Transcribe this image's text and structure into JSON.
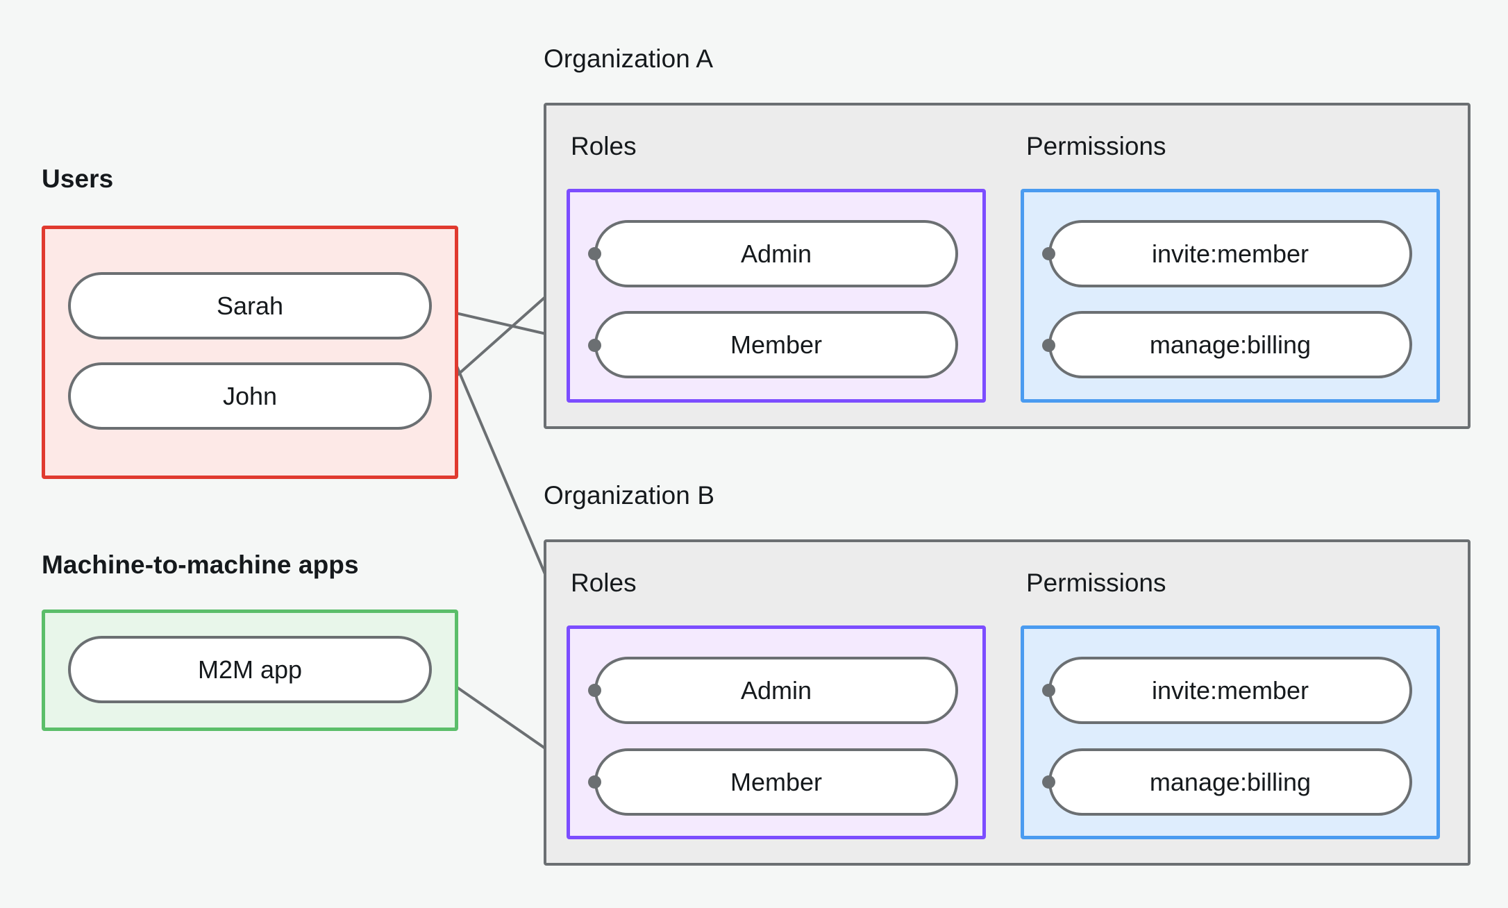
{
  "theme": {
    "background": "#f5f7f6",
    "container_border": "#6b6f72",
    "container_fill": "#ececec",
    "roles_border": "#7c4dff",
    "roles_fill": "#f4eafe",
    "perms_border": "#4a9bf0",
    "perms_fill": "#deedfd",
    "users_border": "#e03a2f",
    "users_fill": "#fde9e7",
    "m2m_border": "#5bbe6a",
    "m2m_fill": "#e8f6ea",
    "pill_border": "#6b6f72",
    "pill_fill": "#ffffff",
    "edge_color": "#6b6f72",
    "text_color": "#15191c"
  },
  "left_column": {
    "users": {
      "label": "Users",
      "items": [
        {
          "label": "Sarah"
        },
        {
          "label": "John"
        }
      ]
    },
    "m2m": {
      "label": "Machine-to-machine apps",
      "items": [
        {
          "label": "M2M app"
        }
      ]
    }
  },
  "organizations": [
    {
      "label": "Organization A",
      "roles": {
        "title": "Roles",
        "items": [
          {
            "label": "Admin"
          },
          {
            "label": "Member"
          }
        ]
      },
      "permissions": {
        "title": "Permissions",
        "items": [
          {
            "label": "invite:member"
          },
          {
            "label": "manage:billing"
          }
        ]
      }
    },
    {
      "label": "Organization B",
      "roles": {
        "title": "Roles",
        "items": [
          {
            "label": "Admin"
          },
          {
            "label": "Member"
          }
        ]
      },
      "permissions": {
        "title": "Permissions",
        "items": [
          {
            "label": "invite:member"
          },
          {
            "label": "manage:billing"
          }
        ]
      }
    }
  ],
  "connections": [
    {
      "from": "Sarah",
      "to": "Organization A / Member"
    },
    {
      "from": "Sarah",
      "to": "Organization B / Admin"
    },
    {
      "from": "John",
      "to": "Organization A / Admin"
    },
    {
      "from": "M2M app",
      "to": "Organization B / Member"
    },
    {
      "from": "Organization A / Admin",
      "to": "Organization A / invite:member"
    },
    {
      "from": "Organization A / Admin",
      "to": "Organization A / manage:billing"
    },
    {
      "from": "Organization A / Member",
      "to": "Organization A / manage:billing"
    },
    {
      "from": "Organization B / Admin",
      "to": "Organization B / invite:member"
    },
    {
      "from": "Organization B / Admin",
      "to": "Organization B / manage:billing"
    },
    {
      "from": "Organization B / Member",
      "to": "Organization B / manage:billing"
    }
  ]
}
